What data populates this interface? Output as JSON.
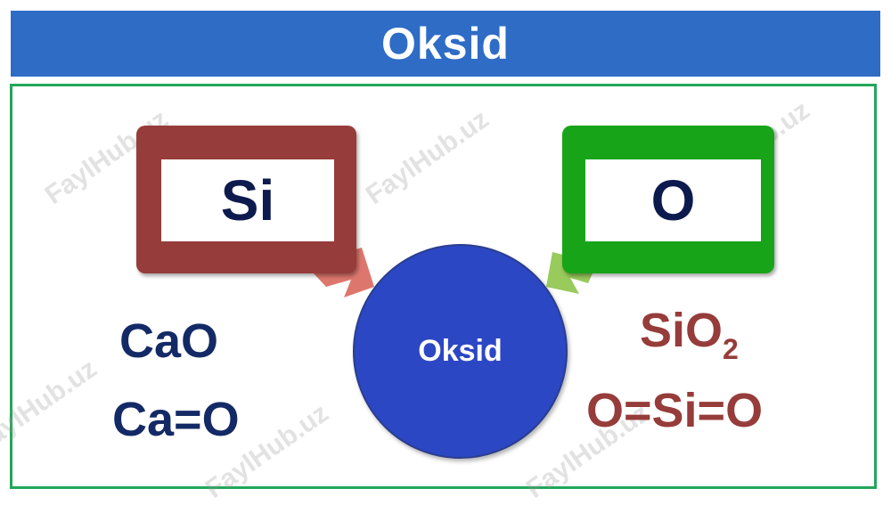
{
  "title": "Oksid",
  "left_box_label": "Si",
  "right_box_label": "O",
  "center_label": "Oksid",
  "left_formulas": [
    "CaO",
    "Ca=O"
  ],
  "right_formulas": {
    "sio2_main": "SiO",
    "sio2_sub": "2",
    "structure": "O=Si=O"
  },
  "watermark": "FaylHub.uz",
  "colors": {
    "title_bar": "#2e6cc6",
    "frame": "#22a65a",
    "si_box": "#963c3a",
    "o_box": "#18a418",
    "circle": "#2c47c4",
    "left_text": "#132a66",
    "right_text": "#963c3a"
  }
}
